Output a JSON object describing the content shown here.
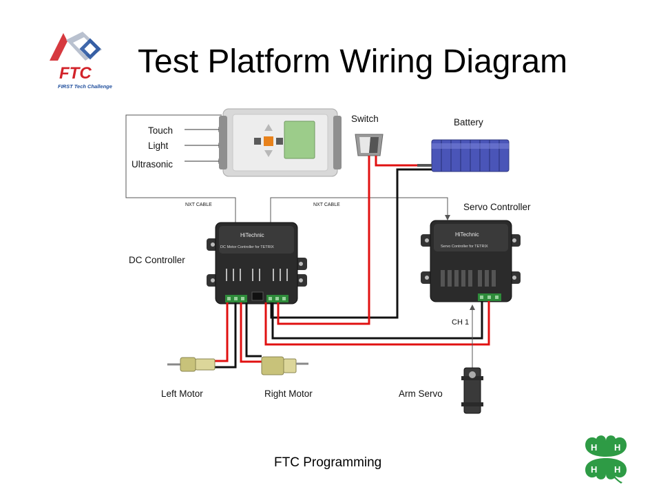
{
  "slide": {
    "title": "Test Platform Wiring Diagram",
    "footer": "FTC Programming"
  },
  "logos": {
    "ftc": {
      "text": "FTC",
      "tagline": "FIRST Tech Challenge",
      "icon": "ftc-logo-icon"
    },
    "clover": {
      "icon": "4h-clover-icon"
    }
  },
  "diagram": {
    "sensors": {
      "touch": "Touch",
      "light": "Light",
      "ultrasonic": "Ultrasonic"
    },
    "switch": "Switch",
    "battery": "Battery",
    "nxt_cable_left": "NXT CABLE",
    "nxt_cable_right": "NXT CABLE",
    "dc_controller": "DC Controller",
    "dc_controller_brand": "HiTechnic",
    "dc_controller_subtitle": "DC Motor Controller for TETRIX",
    "servo_controller": "Servo Controller",
    "servo_controller_brand": "HiTechnic",
    "servo_controller_subtitle": "Servo Controller for TETRIX",
    "ch1": "CH 1",
    "left_motor": "Left Motor",
    "right_motor": "Right Motor",
    "arm_servo": "Arm Servo"
  },
  "colors": {
    "wire_red": "#e01010",
    "wire_black": "#111111",
    "nxt_cable": "#555555",
    "controller_body": "#2b2b2b",
    "battery_blue": "#4a55b8",
    "terminal_green": "#2e8b3a",
    "motor_brass": "#c8c27a",
    "ftc_red": "#d2232a",
    "ftc_blue": "#1f4e9c",
    "clover_green": "#2e9b45"
  }
}
